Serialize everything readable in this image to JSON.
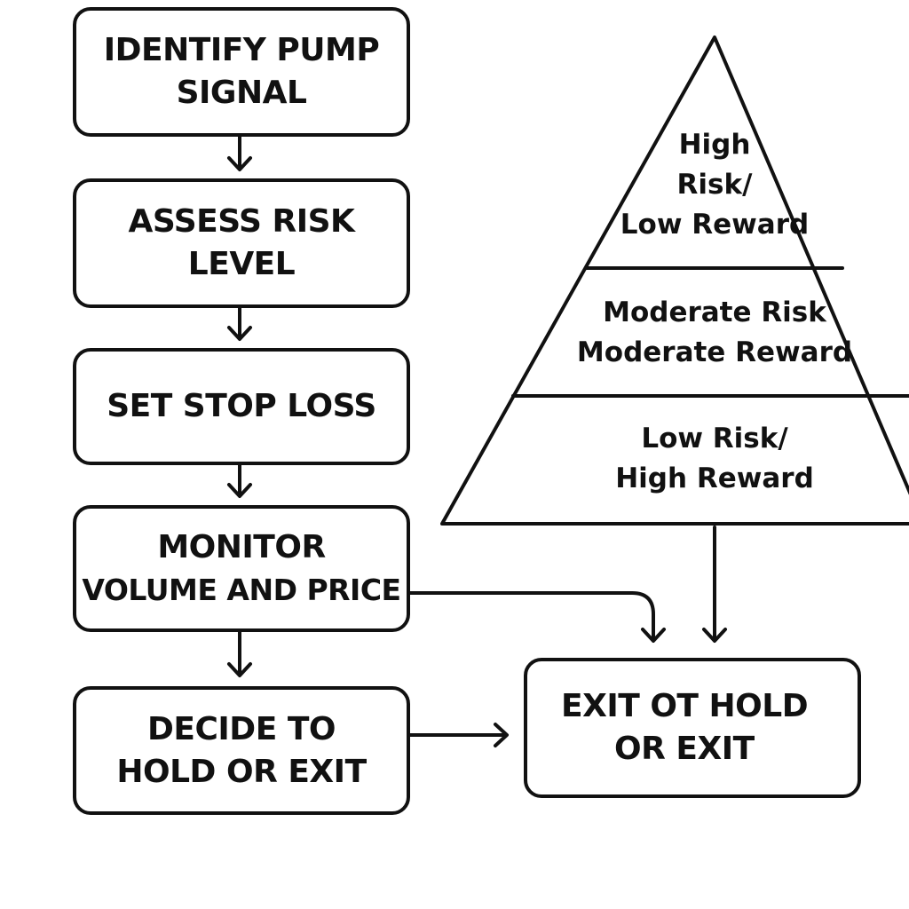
{
  "flow_steps": [
    {
      "id": "identify",
      "lines": [
        "IDENTIFY PUMP",
        "SIGNAL"
      ]
    },
    {
      "id": "assess",
      "lines": [
        "ASSESS RISK",
        "LEVEL"
      ]
    },
    {
      "id": "stoploss",
      "lines": [
        "SET STOP LOSS"
      ]
    },
    {
      "id": "monitor",
      "lines": [
        "MONITOR",
        "VOLUME AND PRICE"
      ]
    },
    {
      "id": "decide",
      "lines": [
        "DECIDE TO",
        "HOLD OR EXIT"
      ]
    }
  ],
  "outcome": {
    "lines": [
      "EXIT OT HOLD",
      "OR EXIT"
    ]
  },
  "pyramid": {
    "tiers": [
      {
        "id": "top",
        "lines": [
          "High",
          "Risk/",
          "Low Reward"
        ]
      },
      {
        "id": "middle",
        "lines": [
          "Moderate Risk",
          "Moderate Reward"
        ]
      },
      {
        "id": "bottom",
        "lines": [
          "Low Risk/",
          "High Reward"
        ]
      }
    ]
  },
  "colors": {
    "ink": "#111111",
    "background": "#ffffff"
  }
}
